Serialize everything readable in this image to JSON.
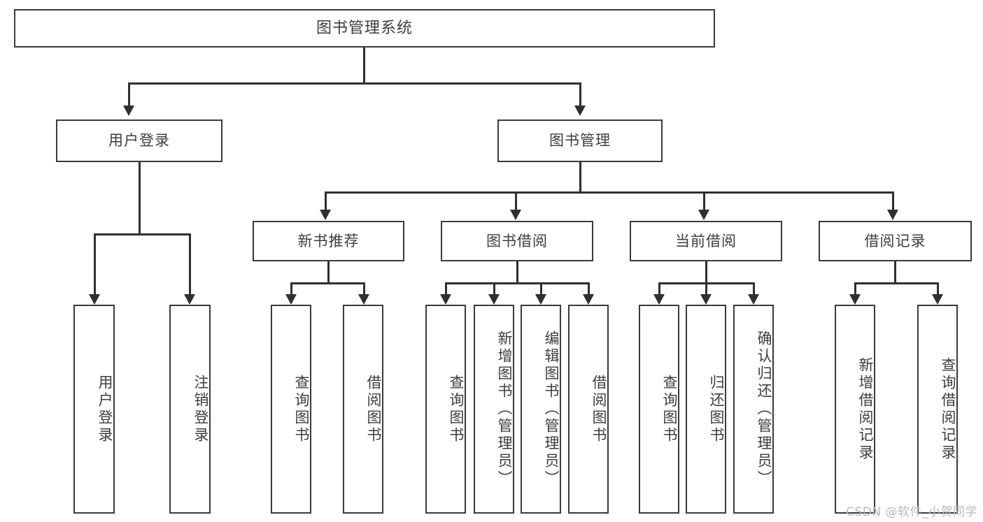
{
  "diagram": {
    "title": "图书管理系统",
    "watermark": "CSDN @软件_小贺同学",
    "root": {
      "label": "图书管理系统"
    },
    "level2": [
      {
        "id": "user-login",
        "label": "用户登录"
      },
      {
        "id": "book-manage",
        "label": "图书管理"
      }
    ],
    "level3": [
      {
        "id": "new-book-recommend",
        "label": "新书推荐"
      },
      {
        "id": "book-borrow",
        "label": "图书借阅"
      },
      {
        "id": "current-borrow",
        "label": "当前借阅"
      },
      {
        "id": "borrow-record",
        "label": "借阅记录"
      }
    ],
    "leaves": {
      "user_login": [
        {
          "id": "user-login-leaf",
          "label": "用户登录"
        },
        {
          "id": "user-logout-leaf",
          "label": "注销登录"
        }
      ],
      "new_book_recommend": [
        {
          "id": "query-book-rec",
          "label": "查询图书"
        },
        {
          "id": "borrow-book-rec",
          "label": "借阅图书"
        }
      ],
      "book_borrow": [
        {
          "id": "query-book-borrow",
          "label": "查询图书"
        },
        {
          "id": "add-book-admin",
          "label": "新增图书（管理员）"
        },
        {
          "id": "edit-book-admin",
          "label": "编辑图书（管理员）"
        },
        {
          "id": "borrow-book",
          "label": "借阅图书"
        }
      ],
      "current_borrow": [
        {
          "id": "query-book-cur",
          "label": "查询图书"
        },
        {
          "id": "return-book",
          "label": "归还图书"
        },
        {
          "id": "confirm-return-admin",
          "label": "确认归还（管理员）"
        }
      ],
      "borrow_record": [
        {
          "id": "add-borrow-record",
          "label": "新增借阅记录"
        },
        {
          "id": "query-borrow-record",
          "label": "查询借阅记录"
        }
      ]
    },
    "colors": {
      "box_border": "#3a3a3a",
      "line": "#2f2f2f",
      "text": "#3d3d3d",
      "background": "#ffffff",
      "watermark": "#b9b9b9"
    }
  }
}
